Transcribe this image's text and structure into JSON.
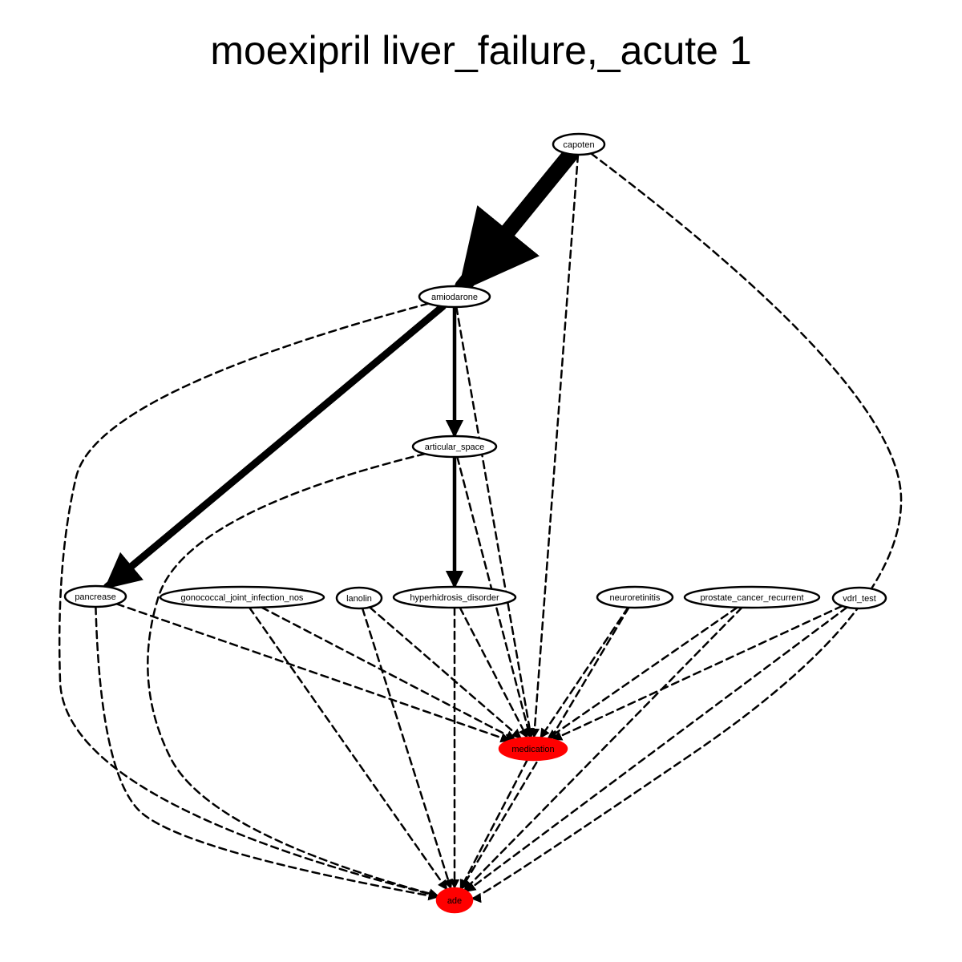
{
  "title": "moexipril liver_failure,_acute 1",
  "colors": {
    "highlight": "#ff0000",
    "stroke": "#000000",
    "background": "#ffffff"
  },
  "nodes": [
    {
      "id": "capoten",
      "label": "capoten",
      "highlight": false
    },
    {
      "id": "amiodarone",
      "label": "amiodarone",
      "highlight": false
    },
    {
      "id": "articular_space",
      "label": "articular_space",
      "highlight": false
    },
    {
      "id": "pancrease",
      "label": "pancrease",
      "highlight": false
    },
    {
      "id": "gonococcal_joint_infection_nos",
      "label": "gonococcal_joint_infection_nos",
      "highlight": false
    },
    {
      "id": "lanolin",
      "label": "lanolin",
      "highlight": false
    },
    {
      "id": "hyperhidrosis_disorder",
      "label": "hyperhidrosis_disorder",
      "highlight": false
    },
    {
      "id": "neuroretinitis",
      "label": "neuroretinitis",
      "highlight": false
    },
    {
      "id": "prostate_cancer_recurrent",
      "label": "prostate_cancer_recurrent",
      "highlight": false
    },
    {
      "id": "vdrl_test",
      "label": "vdrl_test",
      "highlight": false
    },
    {
      "id": "medication",
      "label": "medication",
      "highlight": true
    },
    {
      "id": "ade",
      "label": "ade",
      "highlight": true
    }
  ],
  "edges": [
    {
      "from": "capoten",
      "to": "amiodarone",
      "style": "solid",
      "weight": 5
    },
    {
      "from": "amiodarone",
      "to": "pancrease",
      "style": "solid",
      "weight": 3
    },
    {
      "from": "amiodarone",
      "to": "articular_space",
      "style": "solid",
      "weight": 2
    },
    {
      "from": "articular_space",
      "to": "hyperhidrosis_disorder",
      "style": "solid",
      "weight": 2
    },
    {
      "from": "capoten",
      "to": "medication",
      "style": "dashed",
      "weight": 1
    },
    {
      "from": "capoten",
      "to": "ade",
      "style": "dashed",
      "weight": 1
    },
    {
      "from": "amiodarone",
      "to": "medication",
      "style": "dashed",
      "weight": 1
    },
    {
      "from": "amiodarone",
      "to": "ade",
      "style": "dashed",
      "weight": 1
    },
    {
      "from": "articular_space",
      "to": "medication",
      "style": "dashed",
      "weight": 1
    },
    {
      "from": "articular_space",
      "to": "ade",
      "style": "dashed",
      "weight": 1
    },
    {
      "from": "pancrease",
      "to": "medication",
      "style": "dashed",
      "weight": 1
    },
    {
      "from": "pancrease",
      "to": "ade",
      "style": "dashed",
      "weight": 1
    },
    {
      "from": "gonococcal_joint_infection_nos",
      "to": "medication",
      "style": "dashed",
      "weight": 1
    },
    {
      "from": "gonococcal_joint_infection_nos",
      "to": "ade",
      "style": "dashed",
      "weight": 1
    },
    {
      "from": "lanolin",
      "to": "medication",
      "style": "dashed",
      "weight": 1
    },
    {
      "from": "lanolin",
      "to": "ade",
      "style": "dashed",
      "weight": 1
    },
    {
      "from": "hyperhidrosis_disorder",
      "to": "medication",
      "style": "dashed",
      "weight": 1
    },
    {
      "from": "hyperhidrosis_disorder",
      "to": "ade",
      "style": "dashed",
      "weight": 1
    },
    {
      "from": "neuroretinitis",
      "to": "medication",
      "style": "dashed",
      "weight": 1
    },
    {
      "from": "neuroretinitis",
      "to": "ade",
      "style": "dashed",
      "weight": 1
    },
    {
      "from": "prostate_cancer_recurrent",
      "to": "medication",
      "style": "dashed",
      "weight": 1
    },
    {
      "from": "prostate_cancer_recurrent",
      "to": "ade",
      "style": "dashed",
      "weight": 1
    },
    {
      "from": "vdrl_test",
      "to": "medication",
      "style": "dashed",
      "weight": 1
    },
    {
      "from": "vdrl_test",
      "to": "ade",
      "style": "dashed",
      "weight": 1
    },
    {
      "from": "medication",
      "to": "ade",
      "style": "dashed",
      "weight": 1
    }
  ]
}
